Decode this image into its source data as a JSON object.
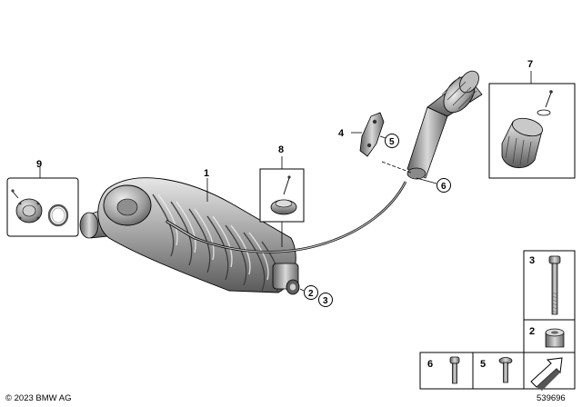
{
  "callouts": {
    "shock_absorber": "1",
    "spacer": "2",
    "bolt_long": "3",
    "bracket": "4",
    "screw_bracket": "5",
    "screw_adjuster": "6",
    "knob_kit": "7",
    "valve_kit": "8",
    "seal_kit": "9"
  },
  "parts_box": {
    "bolt_long": "3",
    "spacer": "2",
    "screw_adjuster": "6",
    "screw_bracket": "5"
  },
  "footer": {
    "copyright": "© 2023 BMW AG",
    "diagram_id": "539696"
  },
  "colors": {
    "stroke": "#000000",
    "metal_dark": "#6e6e6e",
    "metal_mid": "#a8a8a8",
    "metal_light": "#d8d8d8",
    "paper": "#ffffff"
  }
}
